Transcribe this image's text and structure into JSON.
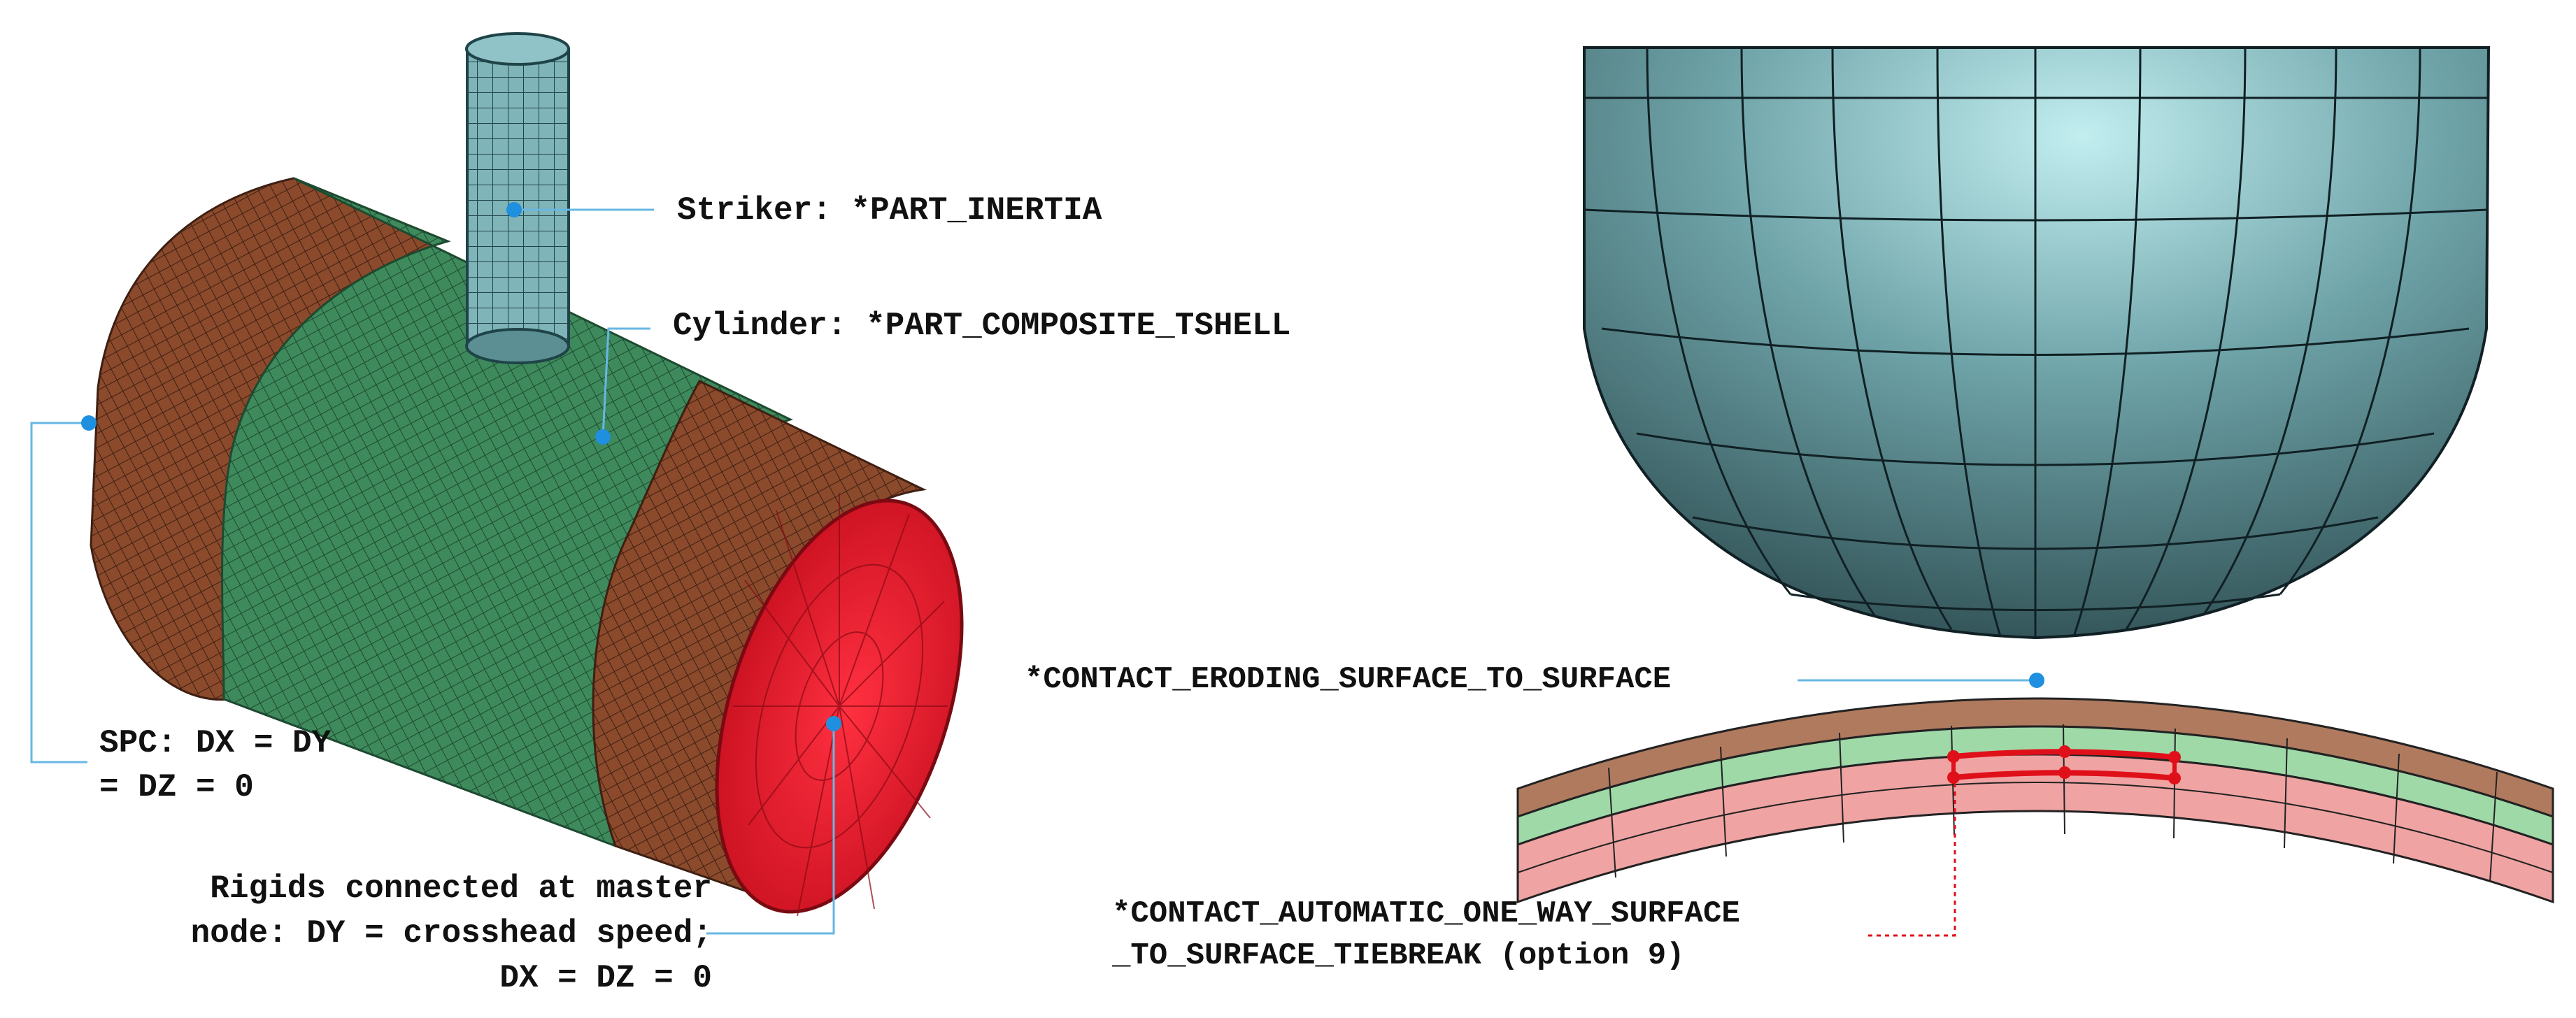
{
  "labels": {
    "striker": "Striker: *PART_INERTIA",
    "cylinder": "Cylinder: *PART_COMPOSITE_TSHELL",
    "spc_line1": "SPC: DX = DY",
    "spc_line2": "= DZ = 0",
    "rigids_line1": "Rigids connected at master",
    "rigids_line2": "node: DY = crosshead speed;",
    "rigids_line3": "DX = DZ = 0",
    "contact_eroding": "*CONTACT_ERODING_SURFACE_TO_SURFACE",
    "tiebreak_line1": "*CONTACT_AUTOMATIC_ONE_WAY_SURFACE",
    "tiebreak_line2": "_TO_SURFACE_TIEBREAK (option 9)"
  },
  "colors": {
    "cylinder_composite": "#3e8a5c",
    "end_caps": "#8b4a2c",
    "end_face": "#e8283a",
    "striker": "#7fb4b8",
    "leader_line": "#67b7e3",
    "marker_dot": "#1f8fe0",
    "laminate_outer": "#b07a5e",
    "laminate_middle": "#9fd9a8",
    "laminate_inner": "#f0a3a3",
    "tiebreak_highlight": "#e0101a"
  }
}
